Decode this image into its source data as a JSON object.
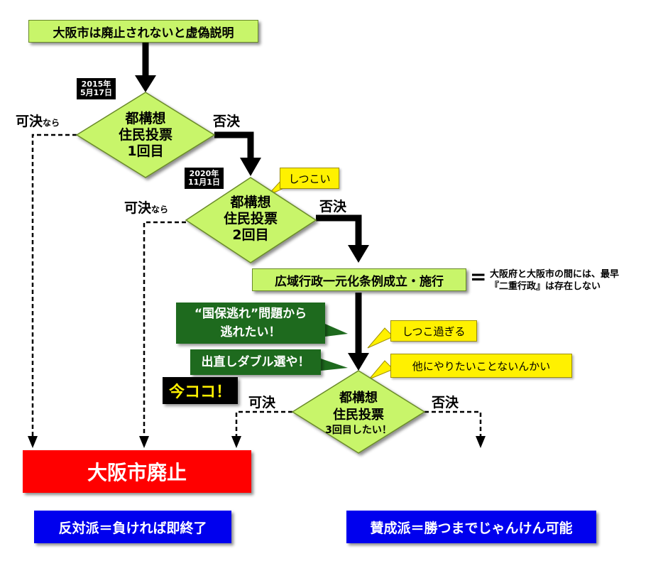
{
  "top_box": "大阪市は廃止されないと虚偽説明",
  "vote1": {
    "date": "2015年\n5月17日",
    "label": "都構想\n住民投票\n1回目",
    "approve": "可決",
    "approve_suffix": "なら",
    "reject": "否決"
  },
  "vote2": {
    "date": "2020年\n11月1日",
    "label": "都構想\n住民投票\n2回目",
    "approve": "可決",
    "approve_suffix": "なら",
    "reject": "否決",
    "callout": "しつこい"
  },
  "ordinance_box": "広域行政一元化条例成立・施行",
  "equals": "=",
  "ordinance_note": "大阪府と大阪市の間には、最早\n『二重行政』は存在しない",
  "green_callout_1": "“国保逃れ”問題から\n逃れたい！",
  "green_callout_2": "出直しダブル選や！",
  "yellow_callout_1": "しつこ過ぎる",
  "yellow_callout_2": "他にやりたいことないんかい",
  "now_label": "今ココ！",
  "vote3": {
    "label_line1": "都構想",
    "label_line2": "住民投票",
    "label_line3": "3回目したい！",
    "approve": "可決",
    "reject": "否決"
  },
  "abolition_box": "大阪市廃止",
  "footer_left": "反対派＝負ければ即終了",
  "footer_right": "賛成派＝勝つまでじゃんけん可能",
  "colors": {
    "box_green": "#c8f56a",
    "abolition_red": "#ff0000",
    "footer_blue": "#0000ee",
    "callout_yellow": "#fff100",
    "callout_dark_green": "#1e6a1e"
  }
}
